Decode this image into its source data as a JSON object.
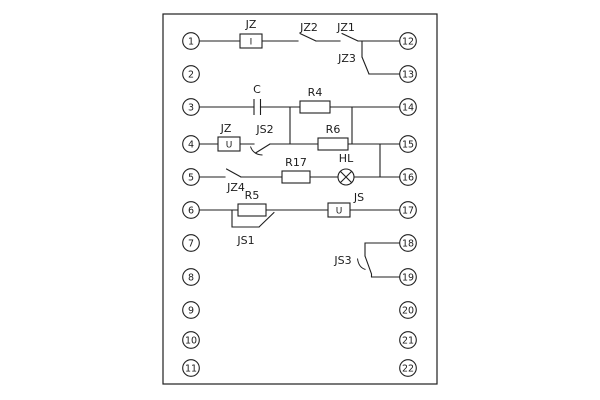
{
  "diagram_type": "relay-internal-wiring-schematic",
  "terminals": {
    "left": [
      "1",
      "2",
      "3",
      "4",
      "5",
      "6",
      "7",
      "8",
      "9",
      "10",
      "11"
    ],
    "right": [
      "12",
      "13",
      "14",
      "15",
      "16",
      "17",
      "18",
      "19",
      "20",
      "21",
      "22"
    ]
  },
  "components": {
    "jz_coil_top": {
      "label": "JZ",
      "symbol": "I"
    },
    "jz2_contact": {
      "label": "JZ2"
    },
    "jz1_contact": {
      "label": "JZ1"
    },
    "jz3_contact": {
      "label": "JZ3"
    },
    "capacitor": {
      "label": "C"
    },
    "r4": {
      "label": "R4"
    },
    "jz_coil_mid": {
      "label": "JZ",
      "symbol": "U"
    },
    "js2_contact": {
      "label": "JS2"
    },
    "r6": {
      "label": "R6"
    },
    "jz4_contact": {
      "label": "JZ4"
    },
    "r17": {
      "label": "R17"
    },
    "hl_lamp": {
      "label": "HL"
    },
    "r5": {
      "label": "R5"
    },
    "js_coil": {
      "label": "JS",
      "symbol": "U"
    },
    "js1_contact": {
      "label": "JS1"
    },
    "js3_contact": {
      "label": "JS3"
    }
  },
  "colors": {
    "line": "#1f1f1f",
    "background": "#ffffff"
  }
}
